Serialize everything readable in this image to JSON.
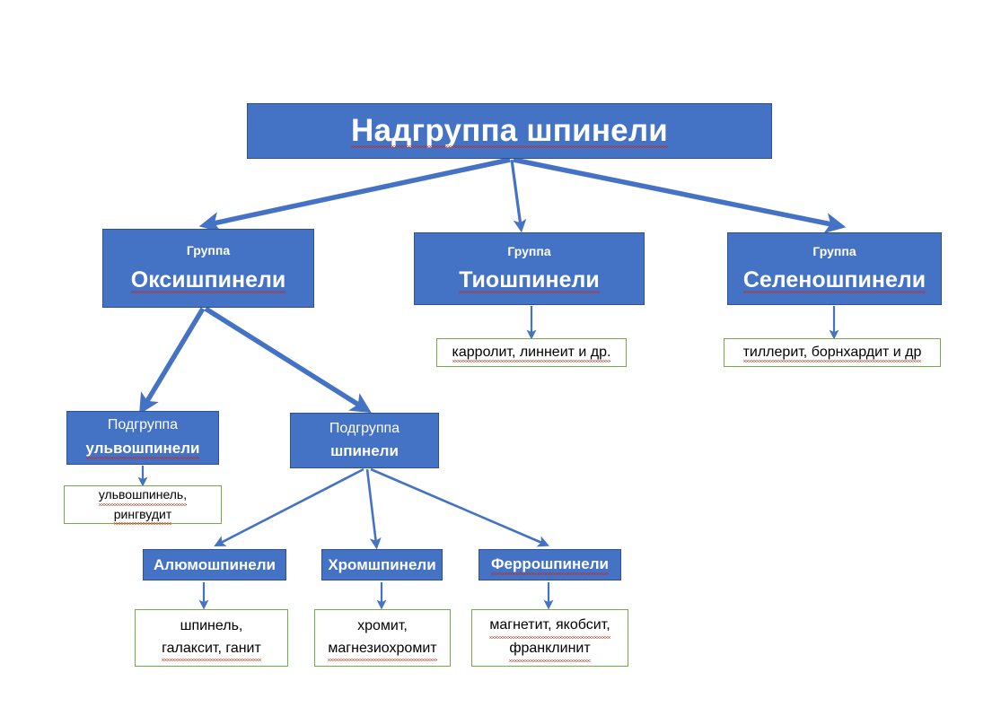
{
  "colors": {
    "box_fill": "#4472C4",
    "box_border": "#2F528F",
    "leaf_border": "#70AD47",
    "arrow": "#4472C4",
    "spellcheck_underline": "#E01B00",
    "background": "#FFFFFF",
    "box_text": "#FFFFFF",
    "leaf_text": "#000000"
  },
  "title": {
    "text": "Надгруппа шпинели",
    "misspelled": true
  },
  "groups": [
    {
      "id": "oxyspinels",
      "kicker": "Группа",
      "name": "Оксишпинели",
      "misspelled": true
    },
    {
      "id": "thiospinels",
      "kicker": "Группа",
      "name": "Тиошпинели",
      "misspelled": true,
      "leaf": {
        "id": "thiospinels-minerals",
        "lines": [
          "карролит, линнеит и др."
        ],
        "misspelled": true
      }
    },
    {
      "id": "selenospinels",
      "kicker": "Группа",
      "name": "Селеношпинели",
      "misspelled": true,
      "leaf": {
        "id": "selenospinels-minerals",
        "lines": [
          "тиллерит, борнхардит и др"
        ],
        "misspelled": true
      }
    }
  ],
  "subgroups": [
    {
      "id": "ulvospinels",
      "kicker": "Подгруппа",
      "name": "ульвошпинели",
      "misspelled": true,
      "leaf": {
        "id": "ulvospinels-minerals",
        "lines": [
          "ульвошпинель,",
          "рингвудит"
        ],
        "misspelled": true
      }
    },
    {
      "id": "spinels",
      "kicker": "Подгруппа",
      "name": "шпинели",
      "misspelled": false
    }
  ],
  "families": [
    {
      "id": "alumospinels",
      "name": "Алюмошпинели",
      "misspelled": false,
      "leaf": {
        "id": "alumospinels-minerals",
        "lines": [
          "шпинель,",
          "галаксит, ганит"
        ],
        "misspelled": true
      }
    },
    {
      "id": "chromspinels",
      "name": "Хромшпинели",
      "misspelled": false,
      "leaf": {
        "id": "chromspinels-minerals",
        "lines": [
          "хромит,",
          "магнезиохромит"
        ],
        "misspelled": true
      }
    },
    {
      "id": "ferrospinels",
      "name": "Феррошпинели",
      "misspelled": true,
      "leaf": {
        "id": "ferrospinels-minerals",
        "lines": [
          "магнетит, якобсит,",
          "франклинит"
        ],
        "misspelled": true
      }
    }
  ]
}
